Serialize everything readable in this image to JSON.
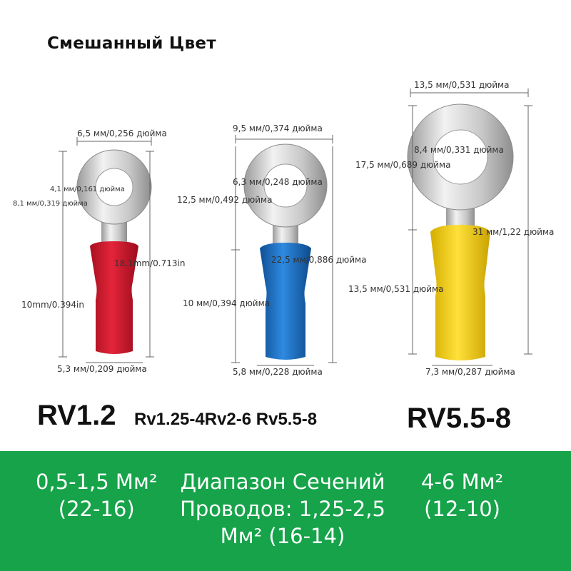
{
  "title": "Смешанный Цвет",
  "colors": {
    "red": "#d2142a",
    "blue": "#1d72c9",
    "yellow": "#f2cf12",
    "green": "#16a34a",
    "metal": "#d9d9d9"
  },
  "terminals": [
    {
      "color": "red",
      "dims": {
        "ring_width": "6,5 мм/0,256 дюйма",
        "hole": "4,1 мм/0,161 дюйма",
        "ring_length": "8,1 мм/0,319 дюйма",
        "total_length": "18.1mm/0.713in",
        "sleeve_length": "10mm/0.394in",
        "sleeve_width": "5,3 мм/0,209 дюйма"
      }
    },
    {
      "color": "blue",
      "dims": {
        "ring_width": "9,5 мм/0,374 дюйма",
        "hole": "6,3 мм/0,248 дюйма",
        "ring_length": "12,5 мм/0,492 дюйма",
        "total_length": "22,5 мм/0,886 дюйма",
        "sleeve_length": "10 мм/0,394 дюйма",
        "sleeve_width": "5,8 мм/0,228 дюйма"
      }
    },
    {
      "color": "yellow",
      "dims": {
        "ring_width": "13,5 мм/0,531 дюйма",
        "hole": "8,4 мм/0,331 дюйма",
        "ring_length": "17,5 мм/0,689 дюйма",
        "total_length": "31 мм/1,22 дюйма",
        "sleeve_length": "13,5 мм/0,531 дюйма",
        "sleeve_width": "7,3 мм/0,287 дюйма"
      }
    }
  ],
  "models": {
    "left": "RV1.2",
    "middle": "Rv1.25-4Rv2-6 Rv5.5-8",
    "right": "RV5.5-8"
  },
  "ranges": {
    "left": [
      "0,5-1,5 Мм²",
      "(22-16)"
    ],
    "middle": [
      "Диапазон Сечений",
      "Проводов: 1,25-2,5",
      "Мм² (16-14)"
    ],
    "right": [
      "4-6 Мм²",
      "(12-10)"
    ]
  }
}
